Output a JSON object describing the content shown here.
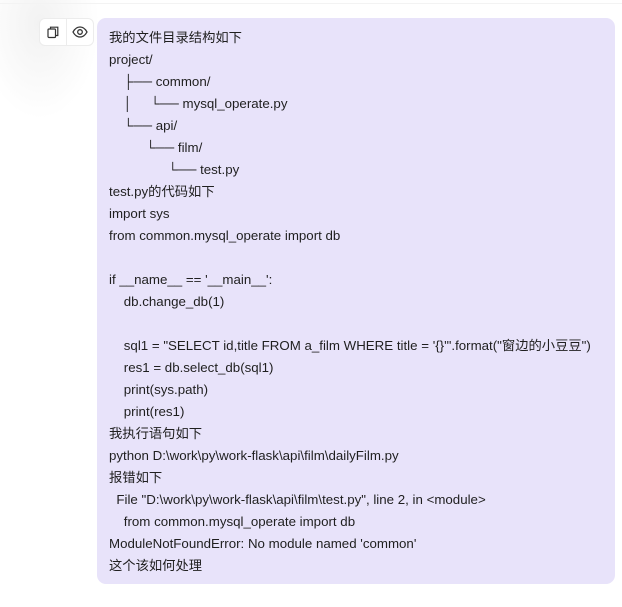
{
  "actions": {
    "copy_icon": "copy-icon",
    "view_icon": "eye-icon"
  },
  "message": {
    "lines": [
      "我的文件目录结构如下",
      "project/",
      "    ├── common/",
      "    │     └── mysql_operate.py",
      "    └── api/",
      "          └── film/",
      "                └── test.py",
      "test.py的代码如下",
      "import sys",
      "from common.mysql_operate import db",
      "",
      "if __name__ == '__main__':",
      "    db.change_db(1)",
      "",
      "    sql1 = \"SELECT id,title FROM a_film WHERE title = '{}'\".format(\"窗边的小豆豆\")",
      "    res1 = db.select_db(sql1)",
      "    print(sys.path)",
      "    print(res1)",
      "我执行语句如下",
      "python D:\\work\\py\\work-flask\\api\\film\\dailyFilm.py",
      "报错如下",
      "  File \"D:\\work\\py\\work-flask\\api\\film\\test.py\", line 2, in <module>",
      "    from common.mysql_operate import db",
      "ModuleNotFoundError: No module named 'common'",
      "这个该如何处理"
    ]
  }
}
